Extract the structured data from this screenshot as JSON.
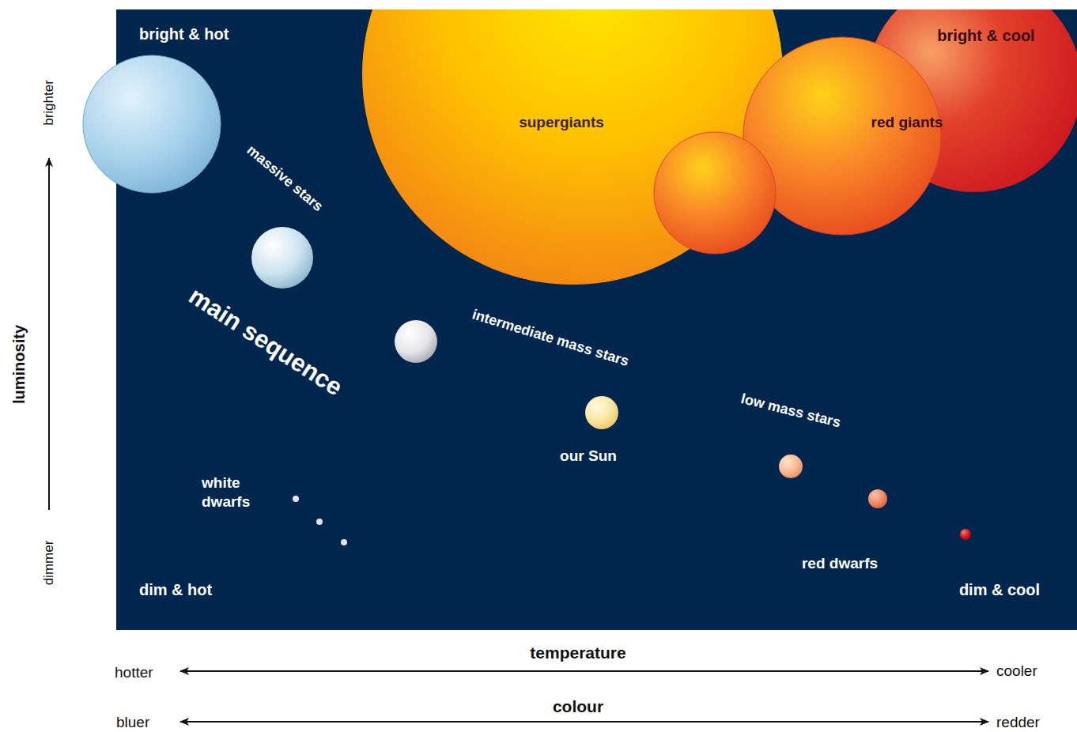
{
  "diagram": {
    "nodes": [
      {
        "text": [
          "supergiants"
        ]
      },
      {
        "text": [
          "red giants"
        ]
      }
    ],
    "labels": [
      "bright & hot",
      "bright & cool",
      "massive stars",
      "main sequence",
      "intermediate mass stars",
      "our Sun",
      "low mass stars",
      "white dwarfs",
      "red dwarfs",
      "dim & hot",
      "dim & cool",
      "luminosity",
      "brighter",
      "dimmer",
      "temperature",
      "hotter",
      "cooler",
      "colour",
      "bluer",
      "redder"
    ]
  }
}
